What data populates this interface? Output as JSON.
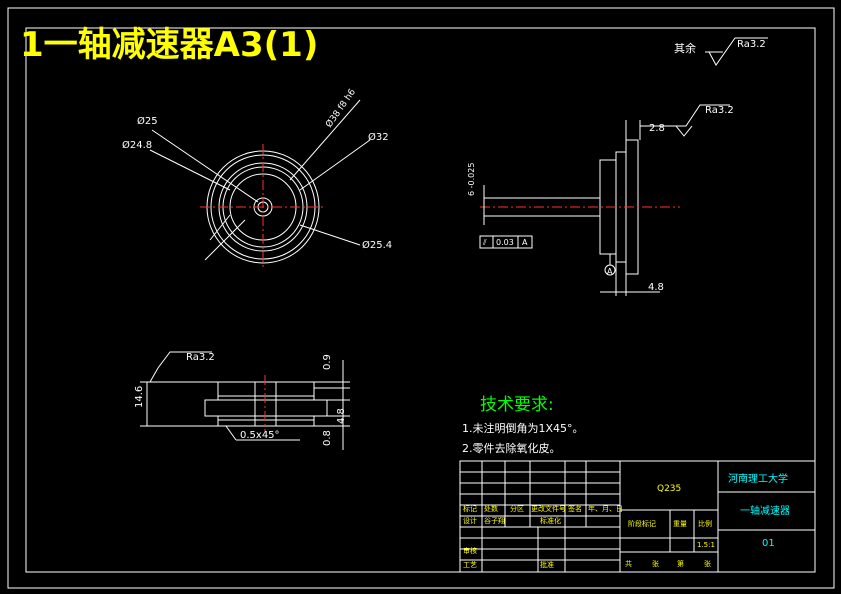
{
  "title": "1一轴减速器A3(1)",
  "colors": {
    "background": "#000000",
    "line": "#ffffff",
    "yellow": "#ffff00",
    "green": "#00ff00",
    "cyan": "#00ffff",
    "red": "#ff3030"
  },
  "surface": {
    "rest_label": "其余",
    "rest_ra": "Ra3.2",
    "side_ra": "Ra3.2",
    "bottom_ra": "Ra3.2"
  },
  "front_view": {
    "d25": "Ø25",
    "d24_8": "Ø24.8",
    "d38": "Ø38 f8 h6",
    "d32": "Ø32",
    "d25_4": "Ø25.4"
  },
  "side_view": {
    "dim_2_8": "2.8",
    "dim_6": "6 -0.025",
    "dim_4_8": "4.8",
    "datum": "A",
    "tol_value": "0.03",
    "tol_datum": "A"
  },
  "section_view": {
    "dim_14_6": "14.6",
    "dim_0_9": "0.9",
    "dim_4_8": "4.8",
    "dim_0_8": "0.8",
    "chamfer": "0.5x45°"
  },
  "tech": {
    "heading": "技术要求:",
    "line1": "1.未注明倒角为1X45°。",
    "line2": "2.零件去除氧化皮。"
  },
  "title_block": {
    "material": "Q235",
    "school": "河南理工大学",
    "part_name": "一轴减速器",
    "code": "01",
    "hdr_mark": "标记",
    "hdr_count": "处数",
    "hdr_zone": "分区",
    "hdr_doc": "更改文件号",
    "hdr_sign": "签名",
    "hdr_date": "年、月、日",
    "design": "设计",
    "designer": "谷子翔",
    "standard": "标准化",
    "check": "审核",
    "process": "工艺",
    "approve": "批准",
    "stage": "阶段标记",
    "weight": "重量",
    "scale_label": "比例",
    "scale": "1.5:1",
    "total": "共",
    "sheets": "张",
    "nth": "第",
    "sheet2": "张"
  }
}
